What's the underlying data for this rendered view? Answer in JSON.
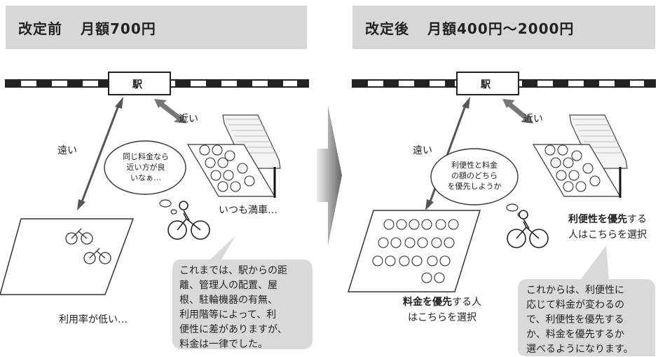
{
  "before": {
    "title_a": "改定前",
    "title_b": "月額700円",
    "station": "駅",
    "near": "近い",
    "far": "遠い",
    "thought": [
      "同じ料金なら",
      "近い方が良",
      "いなぁ…"
    ],
    "full": "いつも満車…",
    "low": "利用率が低い…",
    "explain": [
      "これまでは、駅からの距",
      "離、管理人の配置、屋",
      "根、駐輪機器の有無、",
      "利用階等によって、利",
      "便性に差がありますが、",
      "料金は一律でした。"
    ]
  },
  "after": {
    "title_a": "改定後",
    "title_b": "月額400円～2000円",
    "station": "駅",
    "near": "近い",
    "far": "遠い",
    "thought": [
      "利便性と料金",
      "の額のどちら",
      "を優先しようか"
    ],
    "conv_bold": "利便性を優先",
    "conv_rest": "する",
    "conv_line2": "人はこちらを選択",
    "price_bold": "料金を優先",
    "price_rest": "する人",
    "price_line2": "はこちらを選択",
    "explain": [
      "これからは、利便性に",
      "応じて料金が変わるの",
      "で、利便性を優先する",
      "か、料金を優先するか",
      "選べるようになります。"
    ]
  }
}
